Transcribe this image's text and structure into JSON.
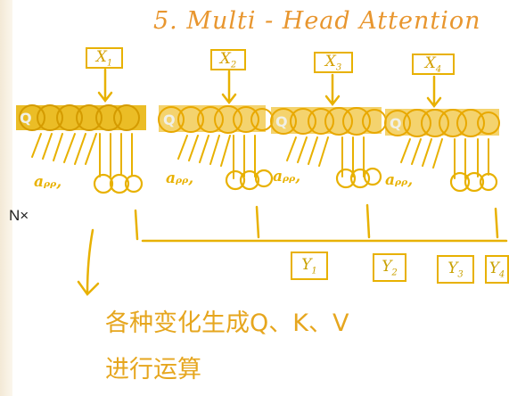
{
  "title": "5. Multi - Head Attention",
  "side_label": "N×",
  "inputs": [
    {
      "base": "X",
      "sub": "1"
    },
    {
      "base": "X",
      "sub": "2"
    },
    {
      "base": "X",
      "sub": "3"
    },
    {
      "base": "X",
      "sub": "4"
    }
  ],
  "qkv_labels": [
    "Q",
    "Q",
    "Q",
    "Q"
  ],
  "alpha_labels": [
    "aᵨᵨ,",
    "aᵨᵨ,",
    "aᵨᵨ,",
    "aᵨᵨ,"
  ],
  "outputs": [
    {
      "base": "Y",
      "sub": "1"
    },
    {
      "base": "Y",
      "sub": "2"
    },
    {
      "base": "Y",
      "sub": "3"
    },
    {
      "base": "Y",
      "sub": "4"
    }
  ],
  "notes": [
    "各种变化生成Q、K、V",
    "进行运算"
  ],
  "colors": {
    "title": "#e8962f",
    "marker": "#e8b100",
    "note": "#e6a61e"
  }
}
